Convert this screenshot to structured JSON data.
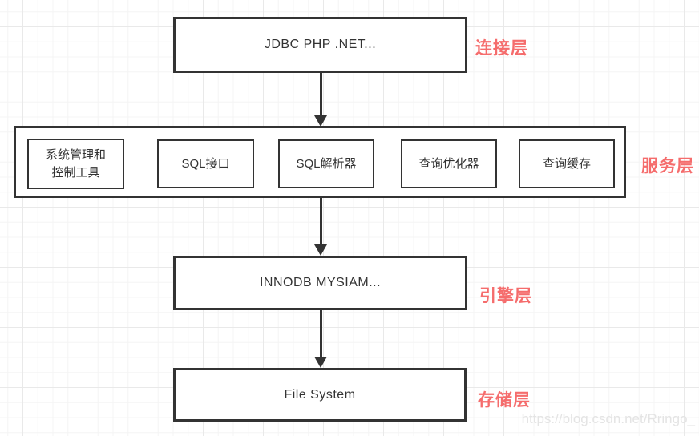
{
  "diagram": {
    "connection": {
      "box_label": "JDBC PHP .NET...",
      "layer_label": "连接层"
    },
    "service": {
      "layer_label": "服务层",
      "components": [
        {
          "line1": "系统管理和",
          "line2": "控制工具"
        },
        {
          "line1": "SQL接口"
        },
        {
          "line1": "SQL解析器"
        },
        {
          "line1": "查询优化器"
        },
        {
          "line1": "查询缓存"
        }
      ]
    },
    "engine": {
      "box_label": "INNODB MYSIAM...",
      "layer_label": "引擎层"
    },
    "storage": {
      "box_label": "File System",
      "layer_label": "存储层"
    },
    "watermark": "https://blog.csdn.net/Rringo_",
    "colors": {
      "accent_red": "#f56c6c",
      "border_dark": "#333333",
      "watermark_gray": "#e4e4e4"
    }
  }
}
